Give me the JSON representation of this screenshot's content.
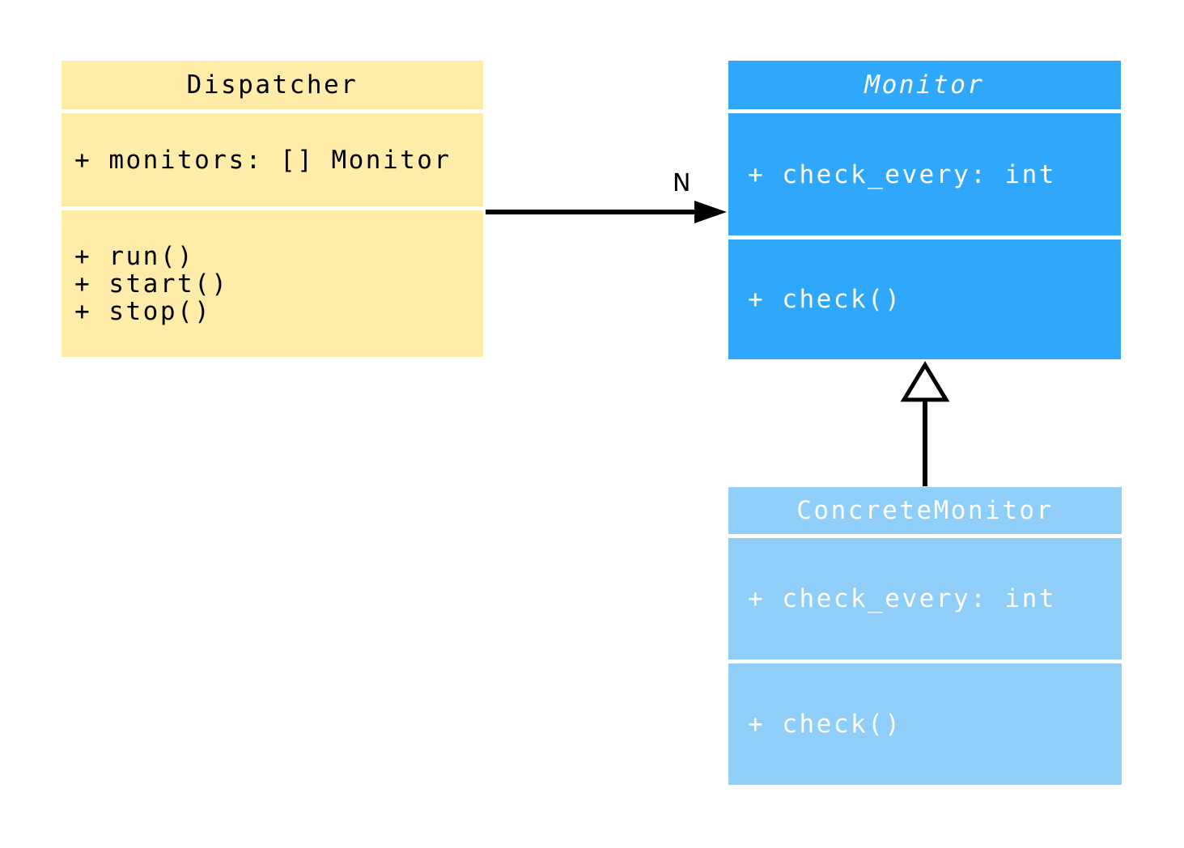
{
  "diagram": {
    "kind": "uml-class-diagram",
    "background": "#ffffff",
    "line_color": "#000000",
    "classes": {
      "dispatcher": {
        "name": "Dispatcher",
        "name_style": "normal",
        "fill": "#FFECA8",
        "text_color": "#000000",
        "attributes": [
          "+ monitors: [] Monitor"
        ],
        "methods": [
          "+ run()",
          "+ start()",
          "+ stop()"
        ]
      },
      "monitor": {
        "name": "Monitor",
        "name_style": "italic",
        "fill": "#2FA7FA",
        "text_color": "#FFFFFF",
        "attributes": [
          "+ check_every: int"
        ],
        "methods": [
          "+ check()"
        ]
      },
      "concrete_monitor": {
        "name": "ConcreteMonitor",
        "name_style": "normal",
        "fill": "#8ECEF9",
        "text_color": "#FFFFFF",
        "attributes": [
          "+ check_every: int"
        ],
        "methods": [
          "+ check()"
        ]
      }
    },
    "edges": {
      "association": {
        "from": "Dispatcher",
        "to": "Monitor",
        "label": "N",
        "arrowhead": "filled-triangle"
      },
      "inheritance": {
        "from": "ConcreteMonitor",
        "to": "Monitor",
        "arrowhead": "hollow-triangle"
      }
    }
  }
}
